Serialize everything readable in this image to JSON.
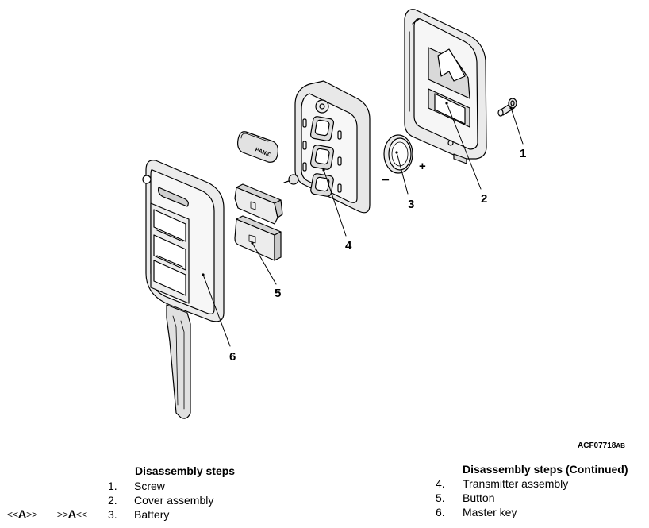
{
  "callouts": [
    "1",
    "2",
    "3",
    "4",
    "5",
    "6"
  ],
  "battery_negative": "−",
  "battery_positive": "+",
  "button_text": "PANIC",
  "figure_id_main": "ACF07718",
  "figure_id_suffix": "AB",
  "steps_left": {
    "heading": "Disassembly steps",
    "items": [
      {
        "num": "1.",
        "name": "Screw"
      },
      {
        "num": "2.",
        "name": "Cover assembly"
      },
      {
        "num": "3.",
        "name": "Battery"
      }
    ]
  },
  "steps_right": {
    "heading": "Disassembly steps (Continued)",
    "items": [
      {
        "num": "4.",
        "name": "Transmitter assembly"
      },
      {
        "num": "5.",
        "name": "Button"
      },
      {
        "num": "6.",
        "name": "Master key"
      }
    ]
  },
  "service_marks": {
    "removal_open": "<<",
    "removal_letter": "A",
    "removal_close": ">>",
    "install_open": ">>",
    "install_letter": "A",
    "install_close": "<<"
  }
}
